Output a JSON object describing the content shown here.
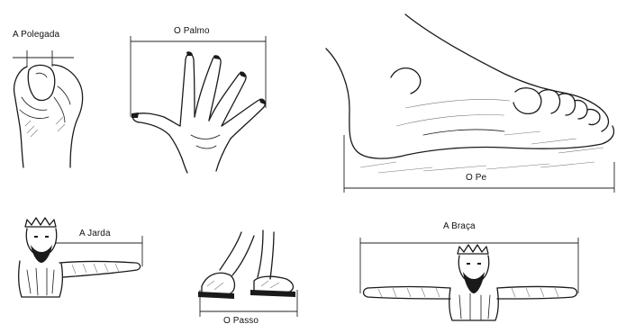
{
  "units": [
    {
      "id": "polegada",
      "label": "A Polegada"
    },
    {
      "id": "palmo",
      "label": "O Palmo"
    },
    {
      "id": "pe",
      "label": "O Pe"
    },
    {
      "id": "jarda",
      "label": "A Jarda"
    },
    {
      "id": "passo",
      "label": "O Passo"
    },
    {
      "id": "braca",
      "label": "A Braça"
    }
  ]
}
